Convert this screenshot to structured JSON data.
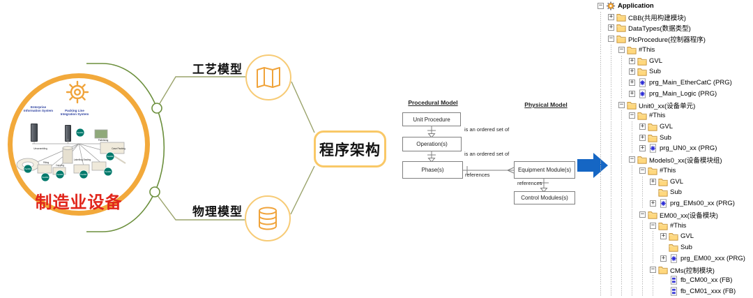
{
  "colors": {
    "circle_orange": "#F2A93B",
    "light_orange": "#F7CB76",
    "title_red": "#E1251B",
    "green_arc": "#6B8F3C",
    "olive_line": "#9AA36B",
    "blue_arrow": "#1566C4",
    "teal_packml": "#00796B",
    "blue_label": "#2B3F9E",
    "folder_yellow": "#FFD87E"
  },
  "equipment": {
    "title": "制造业设备",
    "eis_label": "Enterprise Information System",
    "plis_label": "Packing Line Integration System",
    "packml_label": "PackML",
    "machine_labels": [
      "Unscrambling",
      "Filling",
      "Capping",
      "Labelling Sealing",
      "Palletising",
      "Case Packing"
    ]
  },
  "mindmap": {
    "process_model_label": "工艺模型",
    "physical_model_label": "物理模型",
    "architecture_label": "程序架构"
  },
  "uml": {
    "procedural_header": "Procedural Model",
    "physical_header": "Physical Model",
    "boxes": {
      "unit_procedure": "Unit Procedure",
      "operations": "Operation(s)",
      "phases": "Phase(s)",
      "equipment_modules": "Equipment Module(s)",
      "control_modules": "Control Modules(s)"
    },
    "labels": {
      "ordered_set_1": "is an ordered set of",
      "ordered_set_2": "is an ordered set of",
      "references_1": "references",
      "references_2": "references"
    }
  },
  "icons": {
    "gear": "gear-icon",
    "map": "map-icon",
    "database": "database-icon",
    "blue_arrow": "arrow-right-icon",
    "folder": "folder-icon",
    "application": "application-icon",
    "prg": "program-file-icon",
    "fb": "function-block-file-icon"
  },
  "tree": {
    "rows": [
      {
        "label": "Application",
        "level": 0,
        "expand": "minus",
        "icon": "app",
        "bold": true
      },
      {
        "label": "CBB(共用构建模块)",
        "level": 1,
        "expand": "plus",
        "icon": "folder",
        "bold": false
      },
      {
        "label": "DataTypes(数据类型)",
        "level": 1,
        "expand": "plus",
        "icon": "folder",
        "bold": false
      },
      {
        "label": "PlcProcedure(控制器程序)",
        "level": 1,
        "expand": "minus",
        "icon": "folder",
        "bold": false
      },
      {
        "label": "#This",
        "level": 2,
        "expand": "minus",
        "icon": "folder",
        "bold": false
      },
      {
        "label": "GVL",
        "level": 3,
        "expand": "plus",
        "icon": "folder",
        "bold": false
      },
      {
        "label": "Sub",
        "level": 3,
        "expand": "plus",
        "icon": "folder",
        "bold": false
      },
      {
        "label": "prg_Main_EtherCatC (PRG)",
        "level": 3,
        "expand": "plus",
        "icon": "prg",
        "bold": false
      },
      {
        "label": "prg_Main_Logic (PRG)",
        "level": 3,
        "expand": "plus",
        "icon": "prg",
        "bold": false
      },
      {
        "label": "Unit0_xx(设备单元)",
        "level": 2,
        "expand": "minus",
        "icon": "folder",
        "bold": false
      },
      {
        "label": "#This",
        "level": 3,
        "expand": "minus",
        "icon": "folder",
        "bold": false
      },
      {
        "label": "GVL",
        "level": 4,
        "expand": "plus",
        "icon": "folder",
        "bold": false
      },
      {
        "label": "Sub",
        "level": 4,
        "expand": "plus",
        "icon": "folder",
        "bold": false
      },
      {
        "label": "prg_UN0_xx (PRG)",
        "level": 4,
        "expand": "plus",
        "icon": "prg",
        "bold": false
      },
      {
        "label": "Models0_xx(设备模块组)",
        "level": 3,
        "expand": "minus",
        "icon": "folder",
        "bold": false
      },
      {
        "label": "#This",
        "level": 4,
        "expand": "minus",
        "icon": "folder",
        "bold": false
      },
      {
        "label": "GVL",
        "level": 5,
        "expand": "plus",
        "icon": "folder",
        "bold": false
      },
      {
        "label": "Sub",
        "level": 5,
        "expand": "none",
        "icon": "folder",
        "bold": false
      },
      {
        "label": "prg_EMs00_xx (PRG)",
        "level": 5,
        "expand": "plus",
        "icon": "prg",
        "bold": false
      },
      {
        "label": "EM00_xx(设备模块)",
        "level": 4,
        "expand": "minus",
        "icon": "folder",
        "bold": false
      },
      {
        "label": "#This",
        "level": 5,
        "expand": "minus",
        "icon": "folder",
        "bold": false
      },
      {
        "label": "GVL",
        "level": 6,
        "expand": "plus",
        "icon": "folder",
        "bold": false
      },
      {
        "label": "Sub",
        "level": 6,
        "expand": "none",
        "icon": "folder",
        "bold": false
      },
      {
        "label": "prg_EM00_xxx (PRG)",
        "level": 6,
        "expand": "plus",
        "icon": "prg",
        "bold": false
      },
      {
        "label": "CMs(控制模块)",
        "level": 5,
        "expand": "minus",
        "icon": "folder",
        "bold": false
      },
      {
        "label": "fb_CM00_xx (FB)",
        "level": 6,
        "expand": "none",
        "icon": "fb",
        "bold": false
      },
      {
        "label": "fb_CM01_xxx (FB)",
        "level": 6,
        "expand": "none",
        "icon": "fb",
        "bold": false
      }
    ]
  }
}
